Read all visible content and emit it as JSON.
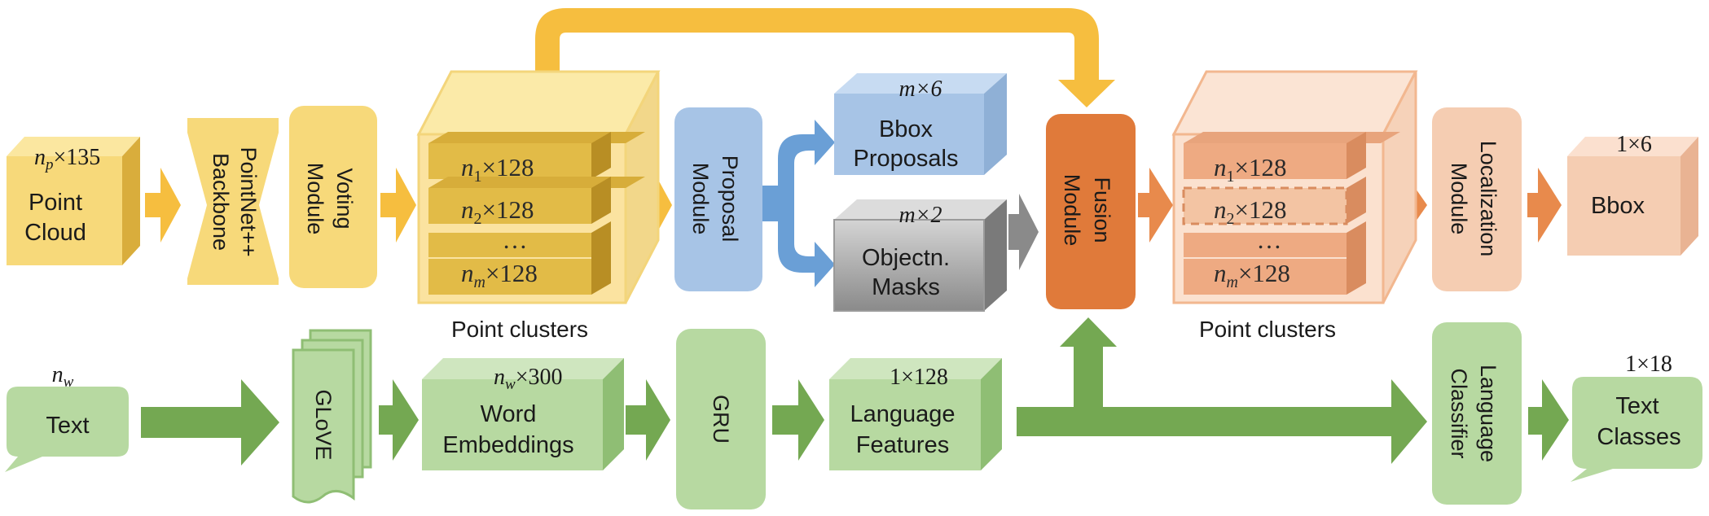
{
  "nodes": {
    "point_cloud": {
      "label_1": "Point",
      "label_2": "Cloud",
      "dim_base": "n",
      "dim_sub": "p",
      "dim_rest": "×135"
    },
    "backbone": {
      "label_1": "PointNet++",
      "label_2": "Backbone"
    },
    "voting": {
      "label_1": "Voting",
      "label_2": "Module"
    },
    "clusters_in": {
      "rows": [
        {
          "base": "n",
          "sub": "1",
          "rest": "×128"
        },
        {
          "base": "n",
          "sub": "2",
          "rest": "×128"
        },
        {
          "text": "…"
        },
        {
          "base": "n",
          "sub": "m",
          "rest": "×128"
        }
      ],
      "caption": "Point clusters"
    },
    "proposal": {
      "label_1": "Proposal",
      "label_2": "Module"
    },
    "bbox_proposals": {
      "label_1": "Bbox",
      "label_2": "Proposals",
      "dim": "m×6"
    },
    "objectness": {
      "label_1": "Objectn.",
      "label_2": "Masks",
      "dim": "m×2"
    },
    "fusion": {
      "label_1": "Fusion",
      "label_2": "Module"
    },
    "clusters_out": {
      "rows": [
        {
          "base": "n",
          "sub": "1",
          "rest": "×128"
        },
        {
          "base": "n",
          "sub": "2",
          "rest": "×128"
        },
        {
          "text": "…"
        },
        {
          "base": "n",
          "sub": "m",
          "rest": "×128"
        }
      ],
      "caption": "Point clusters"
    },
    "localization": {
      "label_1": "Localization",
      "label_2": "Module"
    },
    "bbox": {
      "label": "Bbox",
      "dim": "1×6"
    },
    "text": {
      "label": "Text",
      "dim_base": "n",
      "dim_sub": "w"
    },
    "glove": {
      "label": "GLoVE"
    },
    "word_embeddings": {
      "label_1": "Word",
      "label_2": "Embeddings",
      "dim_base": "n",
      "dim_sub": "w",
      "dim_rest": "×300"
    },
    "gru": {
      "label": "GRU"
    },
    "language_features": {
      "label_1": "Language",
      "label_2": "Features",
      "dim": "1×128"
    },
    "language_classifier": {
      "label_1": "Language",
      "label_2": "Classifier"
    },
    "text_classes": {
      "label_1": "Text",
      "label_2": "Classes",
      "dim": "1×18"
    }
  },
  "colors": {
    "yellow": "#f7d97a",
    "yellow_dark": "#e0b74c",
    "arrow_yellow": "#f6be3f",
    "blue": "#a7c4e6",
    "blue_dark": "#8fb0d6",
    "arrow_blue": "#6a9fd6",
    "gray": "#b7b7b7",
    "orange": "#e07a3a",
    "peach": "#f5cdb2",
    "green": "#b7d9a1",
    "green_dark": "#8fbe74",
    "arrow_green": "#74a852"
  }
}
